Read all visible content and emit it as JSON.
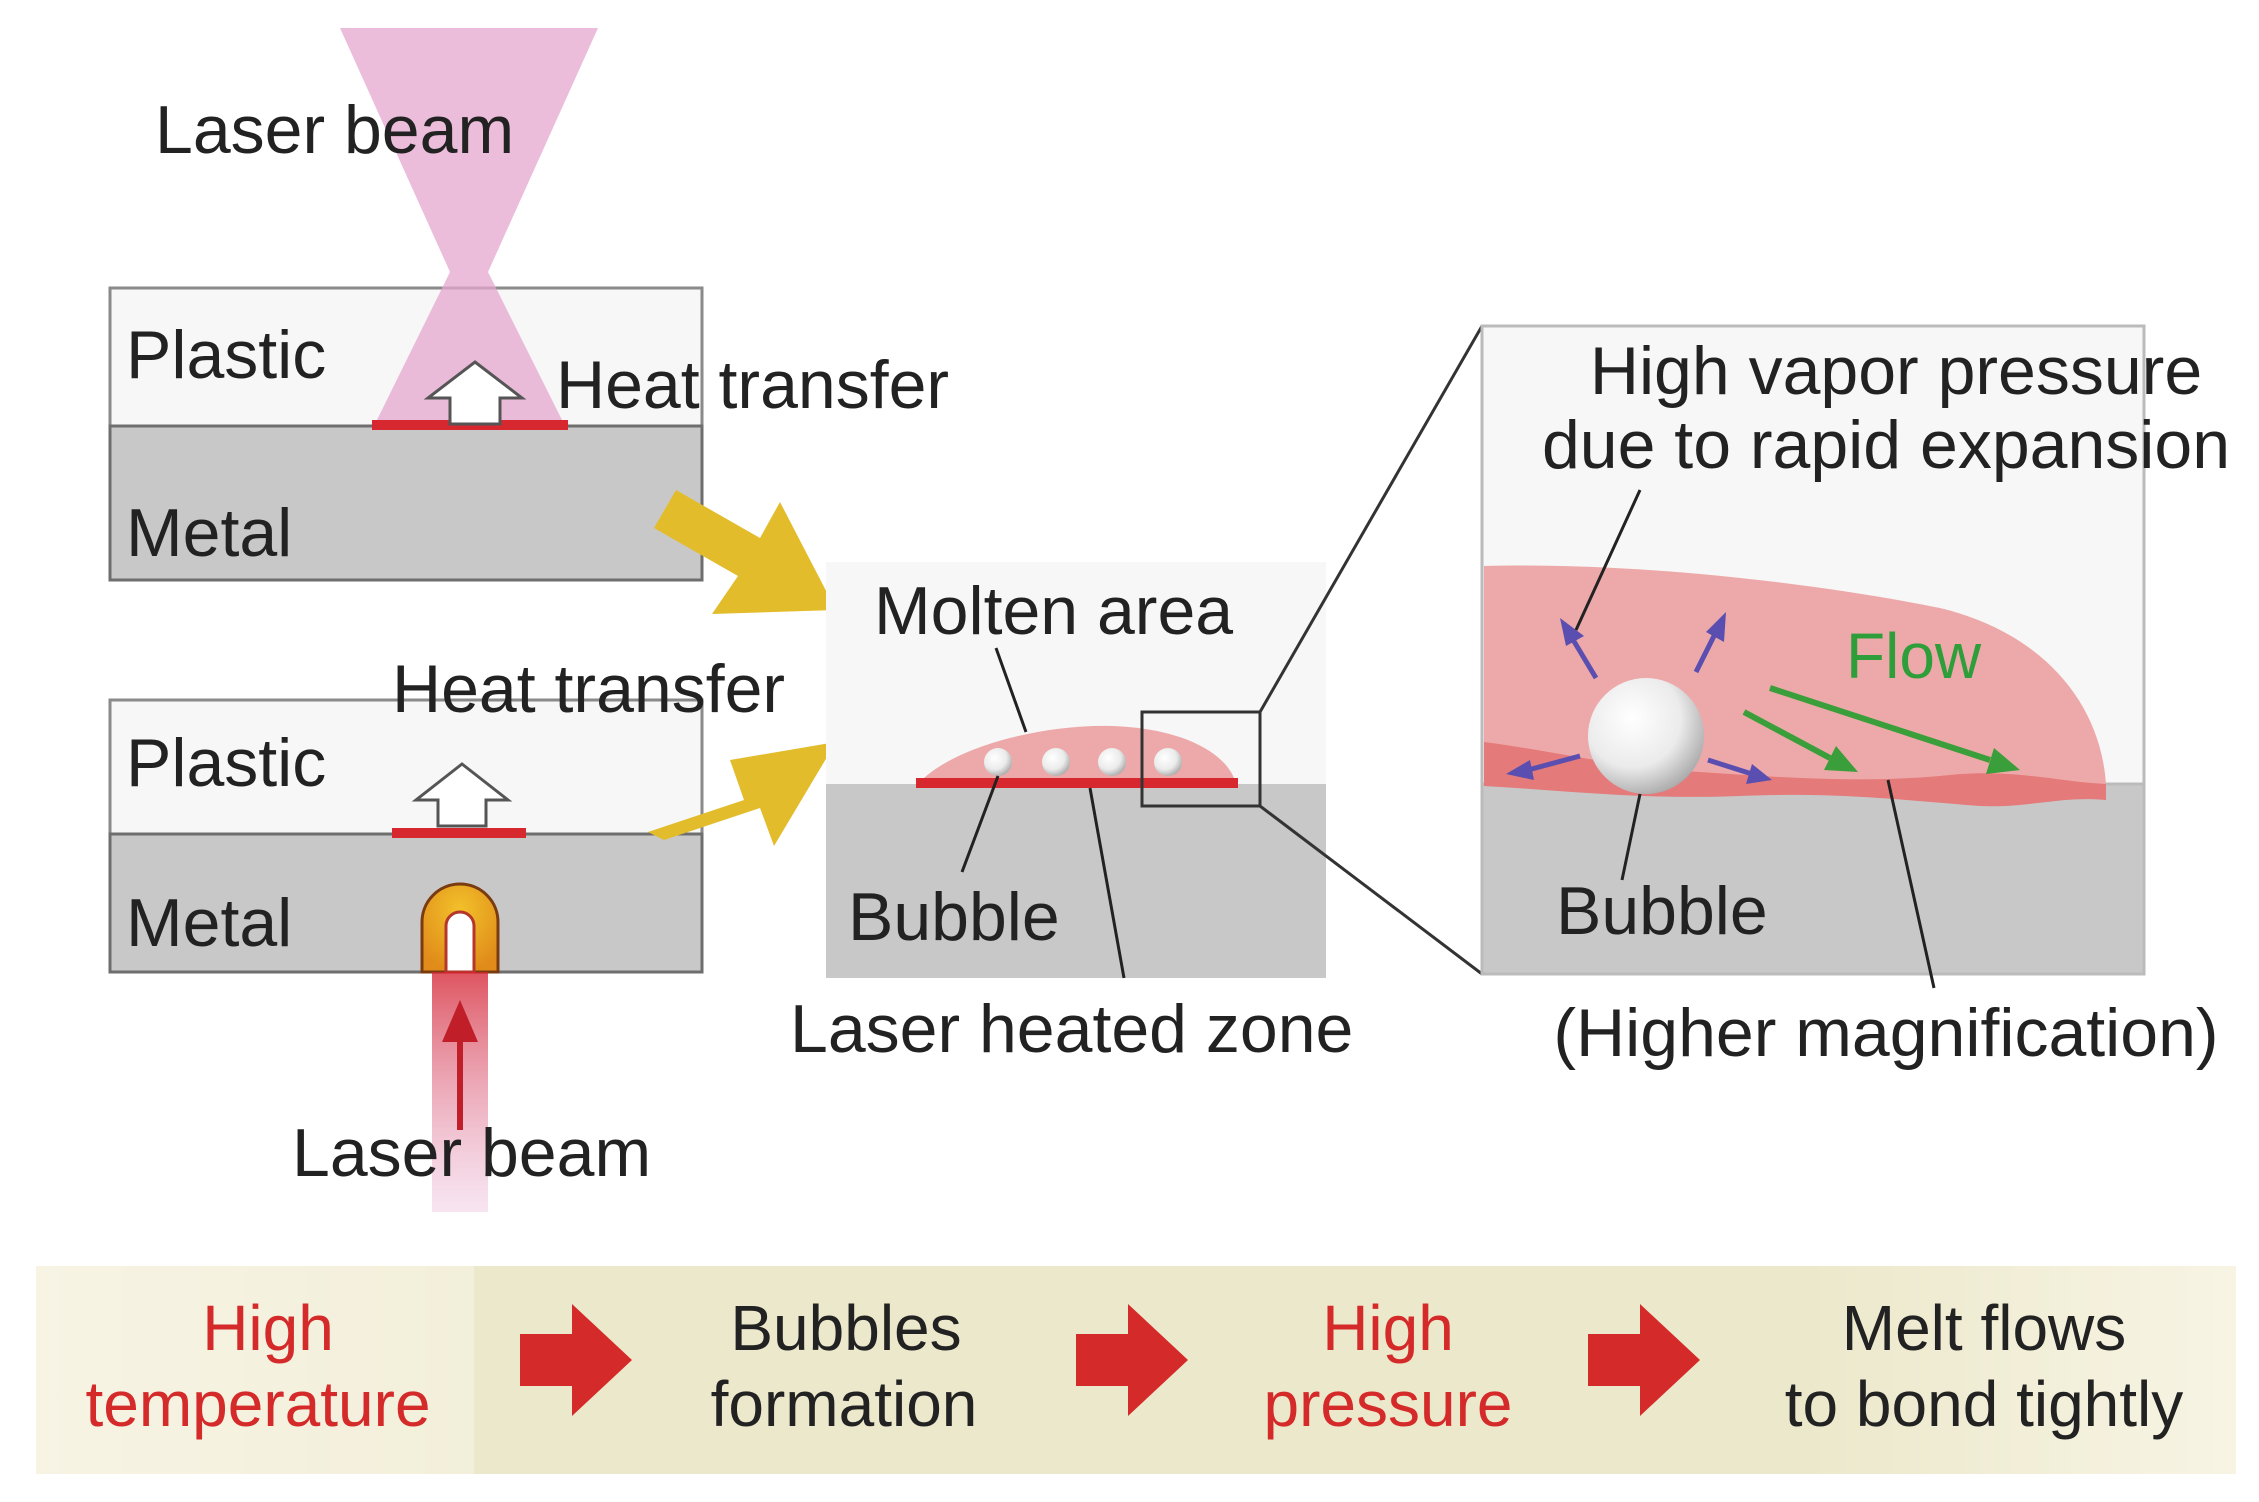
{
  "labels": {
    "laser_beam_top": "Laser beam",
    "plastic_top": "Plastic",
    "metal_top": "Metal",
    "heat_transfer_top": "Heat transfer",
    "plastic_bottom": "Plastic",
    "metal_bottom": "Metal",
    "heat_transfer_bottom": "Heat transfer",
    "laser_beam_bottom": "Laser beam",
    "molten_area": "Molten area",
    "bubble_center": "Bubble",
    "laser_heated_zone": "Laser heated zone",
    "vapor_line1": "High vapor pressure",
    "vapor_line2": "due to rapid expansion",
    "flow": "Flow",
    "bubble_zoom": "Bubble",
    "higher_magnification": "(Higher magnification)"
  },
  "process_steps": [
    {
      "line1": "High",
      "line2": "temperature",
      "color": "#d42a2a"
    },
    {
      "line1": "Bubbles",
      "line2": "formation",
      "color": "#222222"
    },
    {
      "line1": "High",
      "line2": "pressure",
      "color": "#d42a2a"
    },
    {
      "line1": "Melt flows",
      "line2": "to bond tightly",
      "color": "#222222"
    }
  ],
  "colors": {
    "metal": "#c8c8c8",
    "plastic": "#f7f7f7",
    "laser_beam": "#e6a6cf",
    "molten": "#eda9a9",
    "heated_zone": "#d8282f",
    "yellow_arrow": "#e2bc2a",
    "red_arrow": "#d42a2a",
    "flow_arrow": "#3a9e3a",
    "vapor_arrow": "#5a4fb0",
    "bar_bg": "#eeebd1"
  }
}
